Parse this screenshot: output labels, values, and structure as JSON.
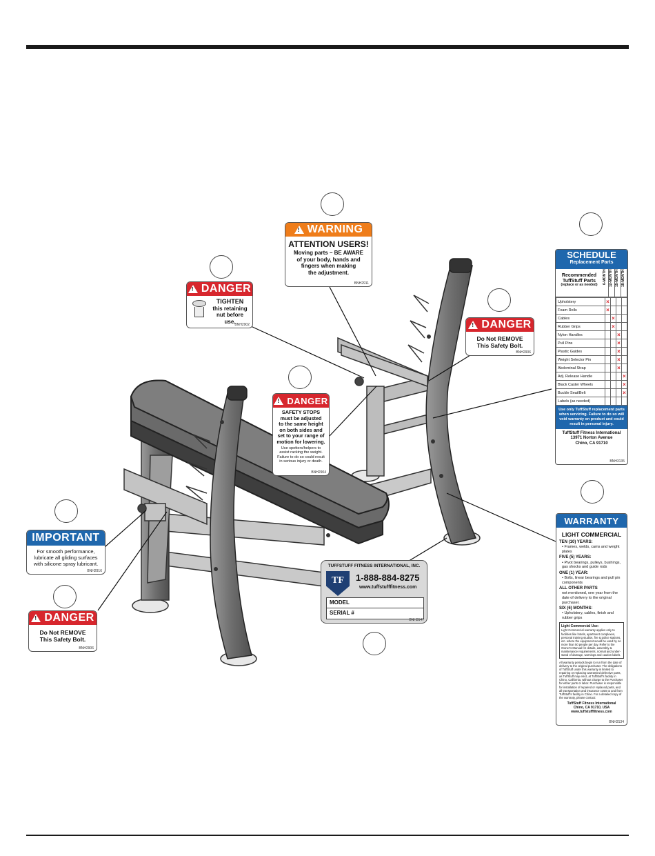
{
  "labels": {
    "warning_top": {
      "header": "WARNING",
      "title": "ATTENTION USERS!",
      "lines": [
        "Moving parts – BE AWARE",
        "of your body, hands and",
        "fingers when making",
        "the adjustment."
      ],
      "part": "BNH2911"
    },
    "danger_tighten": {
      "header": "DANGER",
      "lines": [
        "TIGHTEN",
        "this retaining",
        "nut before use."
      ],
      "part": "BNH2902"
    },
    "danger_bolt_right": {
      "header": "DANGER",
      "lines": [
        "Do Not REMOVE",
        "This Safety Bolt."
      ],
      "part": "BNH2906"
    },
    "danger_safety_stops": {
      "header": "DANGER",
      "lines": [
        "SAFETY STOPS",
        "must be adjusted",
        "to the same height",
        "on both sides and",
        "set to your range of",
        "motion for lowering."
      ],
      "small": [
        "Use spotters/helpers to",
        "assist racking the weight.",
        "Failure to do so could result",
        "in serious injury or death."
      ],
      "part": "BNH2904"
    },
    "important": {
      "header": "IMPORTANT",
      "lines": [
        "For smooth performance,",
        "lubricate all gliding surfaces",
        "with silicone spray lubricant."
      ],
      "part": "BNH2916"
    },
    "danger_bolt_left": {
      "header": "DANGER",
      "lines": [
        "Do Not REMOVE",
        "This Safety Bolt."
      ],
      "part": "BNH2906"
    },
    "serial": {
      "company": "TUFFSTUFF FITNESS INTERNATIONAL, INC.",
      "phone": "1-888-884-8275",
      "web": "www.tuffstufffitness.com",
      "model": "MODEL",
      "serial": "SERIAL #",
      "part": "BNH3147"
    },
    "schedule": {
      "title": "SCHEDULE",
      "subtitle": "Replacement Parts",
      "rec_title": "Recommended",
      "rec_title2": "TuffStuff Parts",
      "rec_sub": "(replace or as needed)",
      "columns": [
        "6-MONTH",
        "12-MONTH",
        "15-MONTH",
        "18-MONTH"
      ],
      "rows": [
        {
          "name": "Upholstery",
          "col": 0
        },
        {
          "name": "Foam Rolls",
          "col": 0
        },
        {
          "name": "Cables",
          "col": 1
        },
        {
          "name": "Rubber Grips",
          "col": 1
        },
        {
          "name": "Nylon Handles",
          "col": 2
        },
        {
          "name": "Pull Pins",
          "col": 2
        },
        {
          "name": "Plastic Guides",
          "col": 2
        },
        {
          "name": "Weight Selector Pin",
          "col": 2
        },
        {
          "name": "Abdominal Strap",
          "col": 2
        },
        {
          "name": "Adj. Release Handle",
          "col": 3
        },
        {
          "name": "Black Caster Wheels",
          "col": 3
        },
        {
          "name": "Buckle Seat/Belt",
          "col": 3
        },
        {
          "name": "Labels (as needed)",
          "col": -1
        }
      ],
      "notice": "Use only TuffStuff replacement parts when servicing. Failure to do so will void warranty on product and could result in personal injury.",
      "company": "TuffStuff Fitness International",
      "address": "13971 Norton Avenue",
      "city": "Chino, CA 91710",
      "part": "BNH3135"
    },
    "warranty": {
      "header": "WARRANTY",
      "title": "LIGHT COMMERCIAL",
      "sections": [
        {
          "head": "TEN (10) YEARS:",
          "text": "• Frames, welds, cams and weight plates"
        },
        {
          "head": "FIVE (5) YEARS:",
          "text": "• Pivot bearings, pulleys, bushings, gas shocks and guide rods"
        },
        {
          "head": "ONE (1) YEAR:",
          "text": "• Bolts, linear bearings and pull pin components"
        },
        {
          "head": "ALL OTHER PARTS",
          "text": "not mentioned, one year from the date of delivery to the original purchaser."
        },
        {
          "head": "SIX (6) MONTHS:",
          "text": "• Upholstery, cables, finish and rubber grips"
        }
      ],
      "box_title": "Light Commercial Use:",
      "box_text": "Light Commercial warranty applies only to facilities like hotels, apartment complexes, personal training studios, fire & police stations, etc. where the equipment would be used by no more than 50 people per day. Refer to the Owner's Manual for details, assembly & maintenance requirements, normal and under-stand of damage, warnings and caution labels.",
      "fine_text": "All warranty periods begin to run from the date of delivery to the original purchaser. The obligations of TuffStuff under this warranty is limited to repairing or replacing warrantied defective parts, as TuffStuff may elect, at TuffStuff's facility in Chino, California, without charge to the Purchaser for either parts or labor. Purchaser is responsible for installation of repaired or replaced parts, and all transportation and insurance costs to and from TuffStuff's facility in Chino. For a detailed copy of the warranty, please contact:",
      "company": "TuffStuff Fitness International",
      "city": "Chino, CA 91710, USA",
      "web": "www.tuffstufffitness.com",
      "part": "BNH3134"
    }
  },
  "colors": {
    "danger": "#d7262d",
    "warning": "#ef7d1a",
    "important": "#1f67ad",
    "frame": "#7d7d7d",
    "pad": "#555555"
  }
}
